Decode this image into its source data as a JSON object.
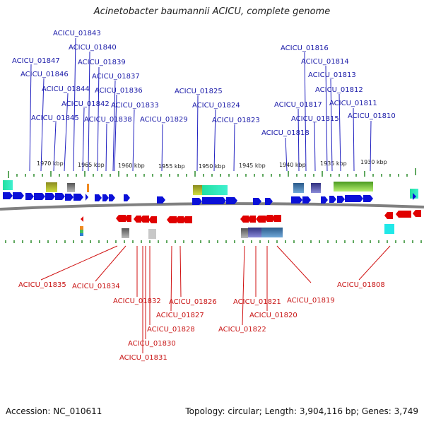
{
  "title": "Acinetobacter baumannii ACICU, complete genome",
  "footer": {
    "accession": "Accession: NC_010611",
    "summary": "Topology: circular; Length: 3,904,116 bp; Genes: 3,749"
  },
  "scale_ticks": [
    "1970 kbp",
    "1965 kbp",
    "1960 kbp",
    "1955 kbp",
    "1950 kbp",
    "1945 kbp",
    "1940 kbp",
    "1935 kbp",
    "1930 kbp"
  ],
  "top_genes": [
    "ACICU_01843",
    "ACICU_01840",
    "ACICU_01847",
    "ACICU_01839",
    "ACICU_01846",
    "ACICU_01837",
    "ACICU_01844",
    "ACICU_01836",
    "ACICU_01842",
    "ACICU_01833",
    "ACICU_01845",
    "ACICU_01838",
    "ACICU_01829",
    "ACICU_01825",
    "ACICU_01824",
    "ACICU_01823",
    "ACICU_01816",
    "ACICU_01814",
    "ACICU_01813",
    "ACICU_01812",
    "ACICU_01817",
    "ACICU_01811",
    "ACICU_01815",
    "ACICU_01810",
    "ACICU_01818"
  ],
  "bottom_genes": [
    "ACICU_01835",
    "ACICU_01834",
    "ACICU_01832",
    "ACICU_01826",
    "ACICU_01827",
    "ACICU_01828",
    "ACICU_01830",
    "ACICU_01831",
    "ACICU_01821",
    "ACICU_01820",
    "ACICU_01822",
    "ACICU_01819",
    "ACICU_01808"
  ],
  "colors": {
    "forward": "#0a10d8",
    "reverse": "#e00000",
    "tick": "#2a8a2a",
    "backbone": "#808080"
  }
}
